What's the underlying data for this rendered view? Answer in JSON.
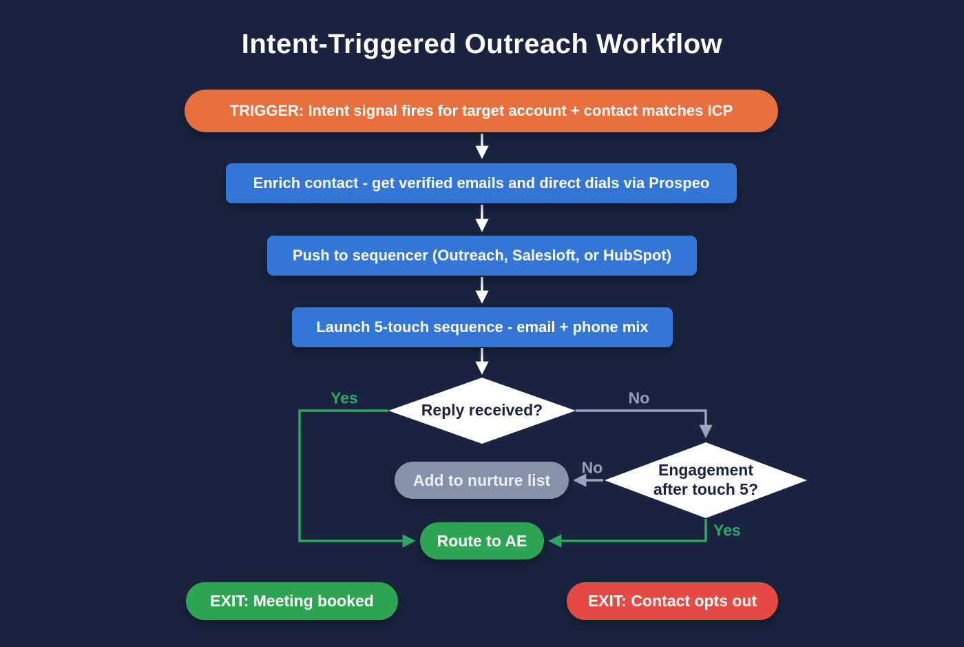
{
  "title": "Intent-Triggered Outreach Workflow",
  "colors": {
    "background": "#1a2440",
    "trigger_orange": "#e8703e",
    "process_blue": "#3376d8",
    "diamond_white": "#ffffff",
    "diamond_text": "#1a2440",
    "nurture_gray": "#8e9cb4",
    "route_green": "#2da654",
    "exit_green": "#2da654",
    "exit_red": "#e64a45",
    "arrow_white": "#ffffff",
    "line_gray": "#9aa6bc",
    "line_green": "#2ea860",
    "label_green": "#2ea863",
    "label_gray": "#93a0b8"
  },
  "nodes": {
    "trigger": {
      "label": "TRIGGER: Intent signal fires for target account + contact matches ICP"
    },
    "enrich": {
      "label": "Enrich contact - get verified emails and direct dials via Prospeo"
    },
    "sequencer": {
      "label": "Push to sequencer (Outreach, Salesloft, or HubSpot)"
    },
    "launch": {
      "label": "Launch 5-touch sequence - email + phone mix"
    },
    "reply_decision": {
      "label": "Reply received?"
    },
    "engagement_decision": {
      "line1": "Engagement",
      "line2": "after touch 5?"
    },
    "nurture": {
      "label": "Add to nurture list"
    },
    "route_ae": {
      "label": "Route to AE"
    },
    "exit_meeting": {
      "label": "EXIT: Meeting booked"
    },
    "exit_optout": {
      "label": "EXIT: Contact opts out"
    }
  },
  "edge_labels": {
    "reply_yes": "Yes",
    "reply_no": "No",
    "engagement_no": "No",
    "engagement_yes": "Yes"
  }
}
